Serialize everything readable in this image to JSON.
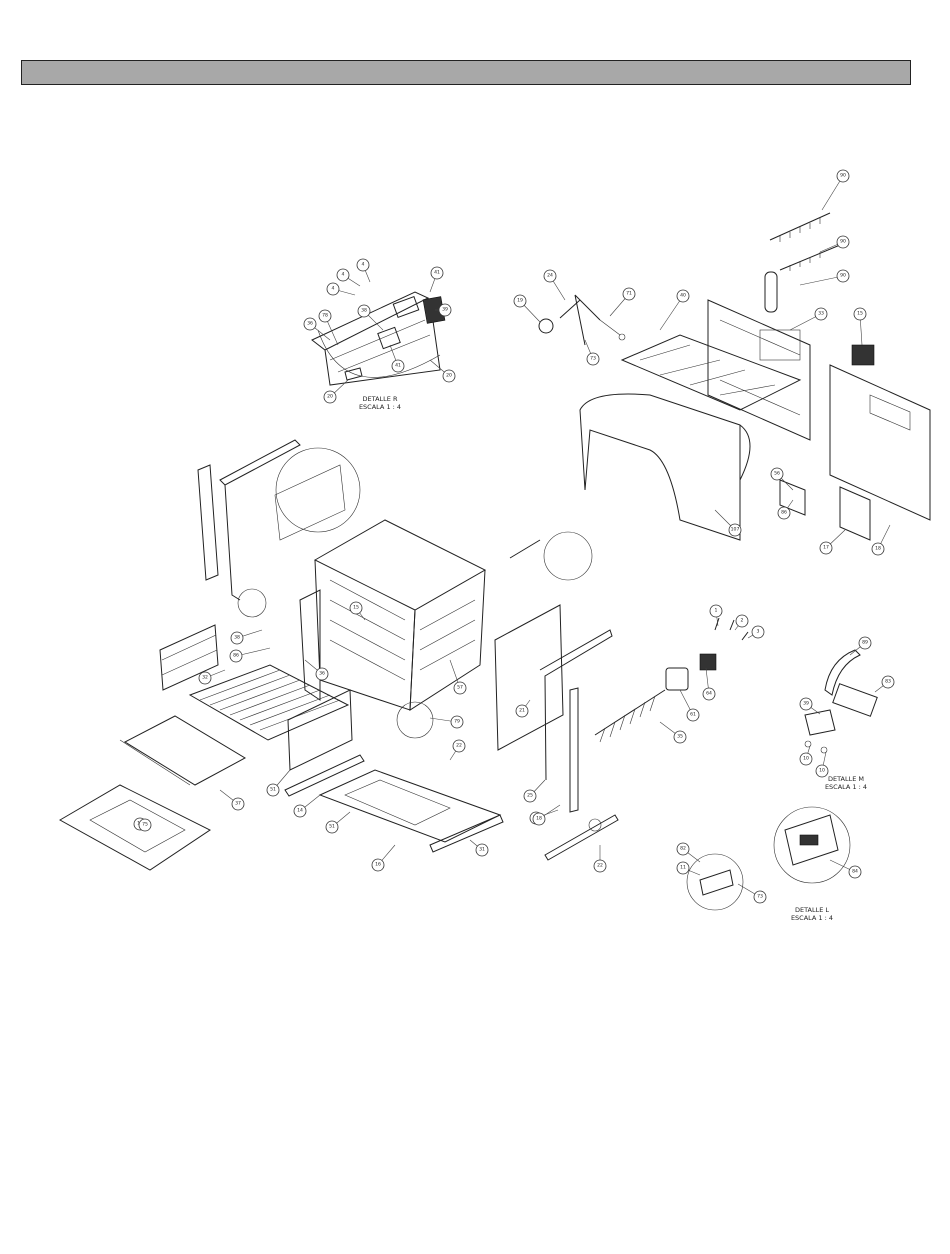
{
  "header": {
    "title": ""
  },
  "detail_labels": {
    "r": {
      "name": "DETALLE R",
      "scale": "ESCALA 1 : 4"
    },
    "m": {
      "name": "DETALLE M",
      "scale": "ESCALA 1 : 4"
    },
    "l": {
      "name": "DETALLE L",
      "scale": "ESCALA 1 : 4"
    }
  },
  "callouts": [
    "90",
    "90",
    "90",
    "4",
    "4",
    "4",
    "41",
    "24",
    "71",
    "19",
    "40",
    "33",
    "15",
    "36",
    "78",
    "38",
    "39",
    "41",
    "20",
    "73",
    "20",
    "56",
    "86",
    "17",
    "18",
    "107",
    "1",
    "2",
    "3",
    "64",
    "61",
    "35",
    "89",
    "83",
    "39",
    "10",
    "10",
    "14",
    "38",
    "86",
    "36",
    "57",
    "15",
    "32",
    "21",
    "79",
    "51",
    "22",
    "25",
    "37",
    "25",
    "13",
    "16",
    "31",
    "51",
    "18",
    "22",
    "75",
    "82",
    "11",
    "73",
    "84"
  ]
}
